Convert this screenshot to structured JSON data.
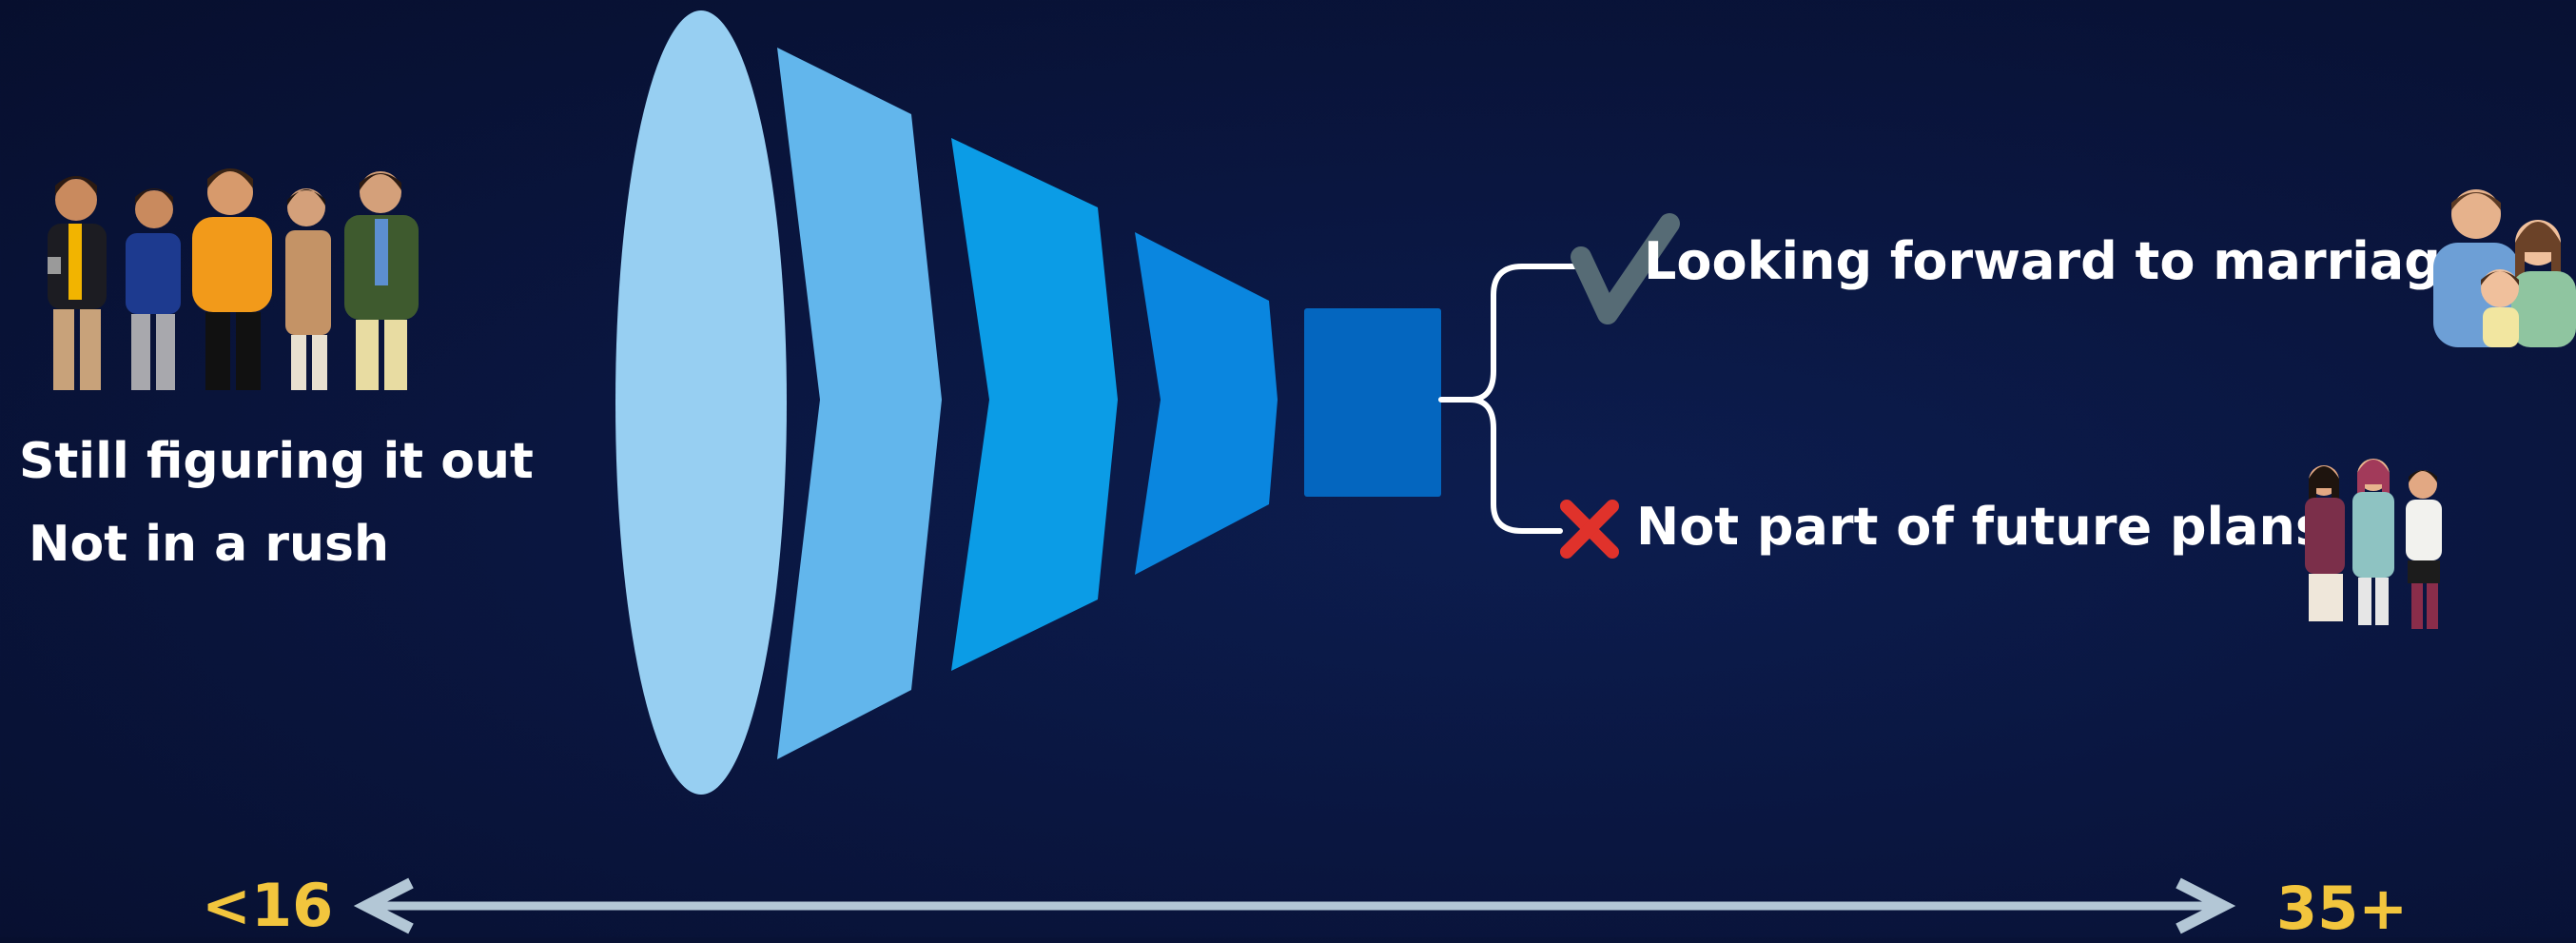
{
  "colors": {
    "background": "#0a1640",
    "funnel_1": "#97cff2",
    "funnel_2": "#62b6ec",
    "funnel_3": "#0b9ce6",
    "funnel_4": "#0a86df",
    "funnel_5": "#0466bf",
    "axis_label": "#f2c53d",
    "axis_arrow": "#b3c7d6",
    "check": "#566b75",
    "cross": "#e0322b"
  },
  "left_group": {
    "illustration": "group-of-young-people-illustration",
    "lines": [
      "Still figuring it out",
      "Not in a rush"
    ]
  },
  "funnel": {
    "segments": 5,
    "direction": "narrowing to the right"
  },
  "options": [
    {
      "icon": "check-mark-icon",
      "text": "Looking forward to marriage",
      "illustration": "family-illustration"
    },
    {
      "icon": "cross-mark-icon",
      "text": "Not part of future plans",
      "illustration": "group-of-friends-illustration"
    }
  ],
  "axis": {
    "start_label": "<16",
    "end_label": "35+"
  }
}
